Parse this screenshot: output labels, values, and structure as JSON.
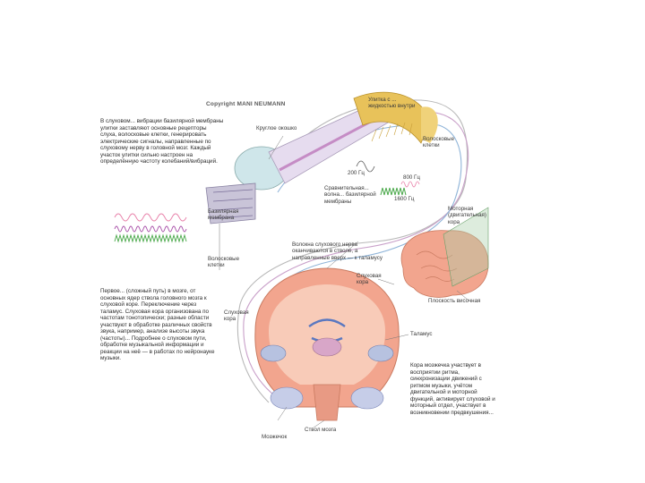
{
  "copyright": "Copyright MANI NEUMANN",
  "text_top": "В слуховом... вибрации базилярной мембраны улитки заставляют основные рецепторы слуха, волосковые клетки, генерировать электрические сигналы, направленные по слуховому нерву в головной мозг. Каждый участок улитки сильно настроен на определённую частоту колебаний/вибраций.",
  "text_middle": "Первое... (сложный путь) в мозге, от основных ядер ствола головного мозга к слуховой коре. Переключение через таламус. Слуховая кора организована по частотам тонотопически; разные области участвуют в обработке различных свойств звука, например, анализе высоты звука (частоты)... Подробнее о слуховом пути, обработке музыкальной информации и реакции на неё — в работах по нейронауке музыки.",
  "text_bottom": "Кора мозжечка участвует в восприятии ритма, синхронизации движений с ритмом музыки, учётом двигательной и моторной функций, активирует слуховой и моторный отдел, участвует в возникновении предвкушения...",
  "labels": {
    "round_window": "Круглое окошко",
    "basilar_membrane": "Базилярная мембрана",
    "cochlear_fluid": "Улитка с ... жидкостью внутри",
    "cochlear_nerve_label": "Волосковые клетки",
    "hz_200": "200 Гц",
    "hz_800": "800 Гц",
    "hz_1600": "1600 Гц",
    "comparative": "Сравнительная... волна... базилярной мембраны",
    "auditory_cortex_right": "Моторная (двигательная) кора",
    "cochlear_nerve": "Волокна слухового нерва оканчиваются в стволе, а направленные вверх — к таламусу",
    "auditory_cortex": "Слуховая кора",
    "hair_cells": "Волосковые клетки",
    "planum_temporale": "Плоскость височная",
    "thalamus": "Таламус",
    "auditory_cortex_left": "Слуховая кора",
    "cerebellum": "Мозжечок",
    "brainstem": "Ствол мозга"
  },
  "colors": {
    "brain_pink": "#f2a58e",
    "brain_light": "#f8cbb8",
    "cochlea_yellow": "#e8c25a",
    "wave_green": "#4aa84a",
    "wave_purple": "#a64ca6",
    "wave_pink": "#e87fa8",
    "nerve_blue": "#4a5fa8",
    "nerve_grey": "#9a9a9a"
  }
}
